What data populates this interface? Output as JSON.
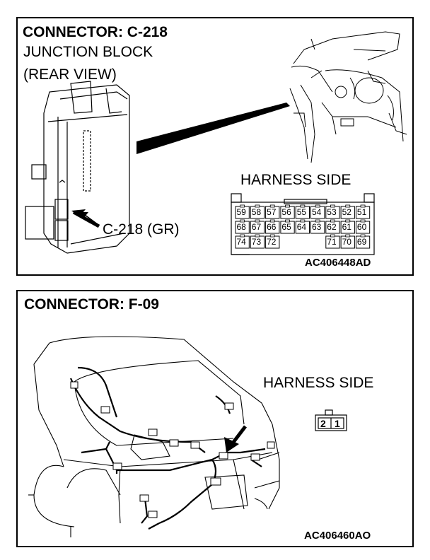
{
  "panel1": {
    "title": "CONNECTOR: C-218",
    "subtitle_line1": "JUNCTION BLOCK",
    "subtitle_line2": "(REAR VIEW)",
    "harness_side": "HARNESS SIDE",
    "connector_label": "C-218 (GR)",
    "figure_code": "AC406448AD",
    "pins": {
      "row1": [
        "59",
        "58",
        "57",
        "56",
        "55",
        "54",
        "53",
        "52",
        "51"
      ],
      "row2": [
        "68",
        "67",
        "66",
        "65",
        "64",
        "63",
        "62",
        "61",
        "60"
      ],
      "row3": [
        "74",
        "73",
        "72",
        "",
        "",
        "",
        "71",
        "70",
        "69"
      ]
    }
  },
  "panel2": {
    "title": "CONNECTOR: F-09",
    "harness_side": "HARNESS SIDE",
    "pins": [
      "2",
      "1"
    ],
    "figure_code": "AC406460AO"
  }
}
